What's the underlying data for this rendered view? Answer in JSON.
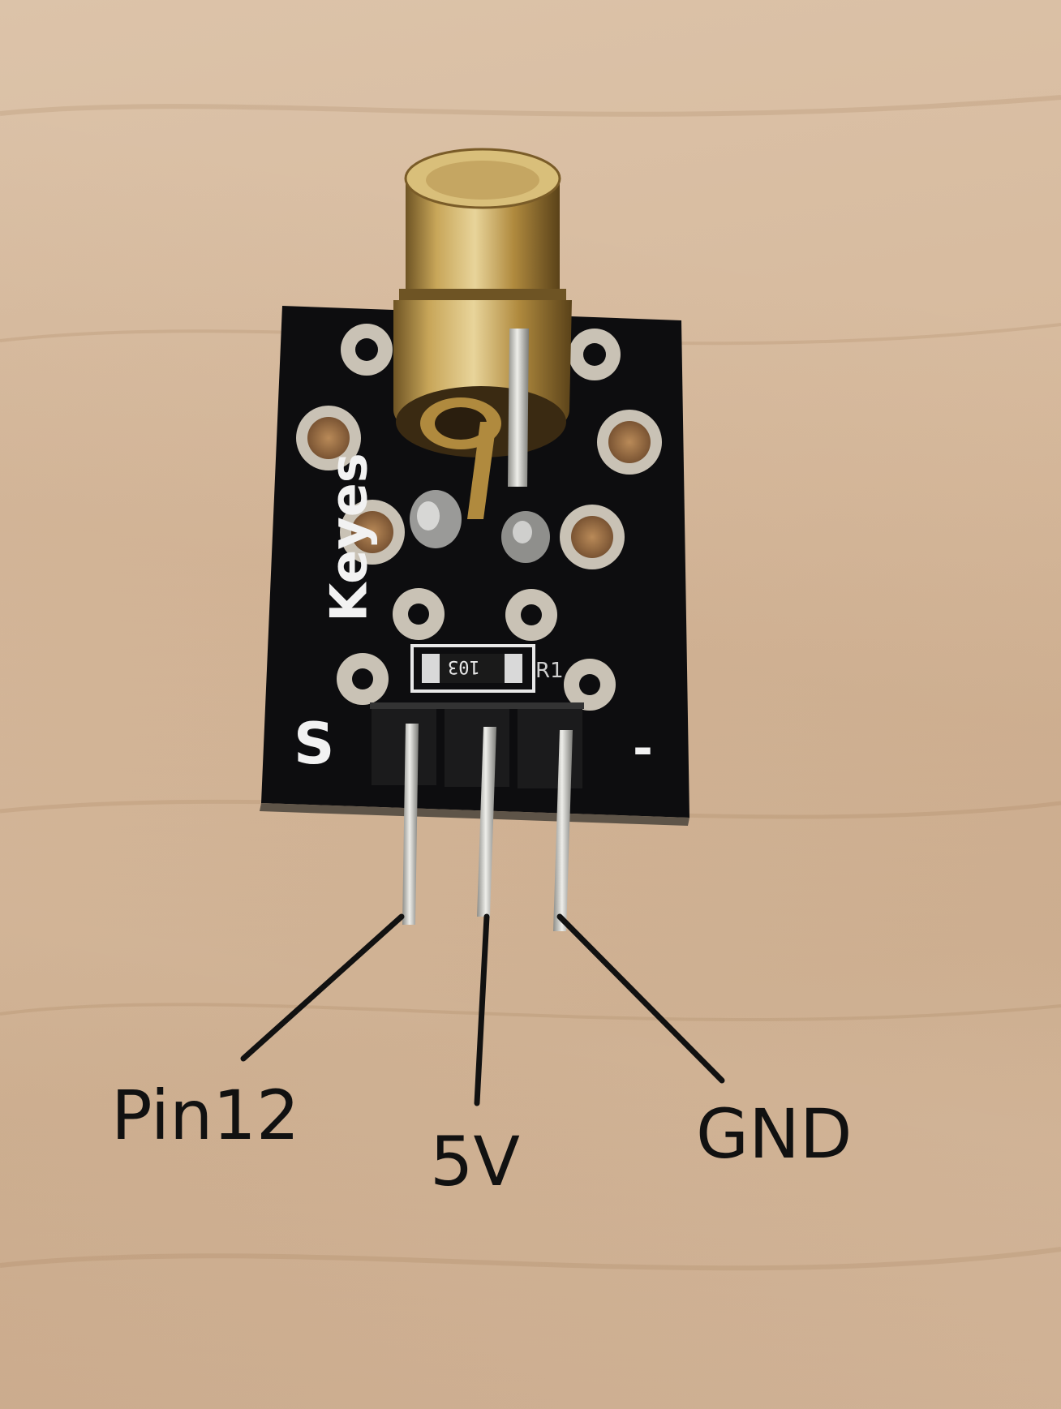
{
  "labels": {
    "pin_signal": "Pin12",
    "pin_vcc": "5V",
    "pin_ground": "GND"
  },
  "silkscreen": {
    "brand": "Keyes",
    "signal_marker": "S",
    "ground_marker": "-",
    "resistor_code": "103",
    "resistor_ref": "R1"
  },
  "colors": {
    "wood": "#d6b99c",
    "pcb": "#0d0d0f",
    "brass": "#b8954a",
    "pad": "#c9c2b5",
    "header": "#1b1b1c",
    "pin": "#c8c8c2",
    "label_text": "#111111",
    "leader_line": "#111111"
  }
}
